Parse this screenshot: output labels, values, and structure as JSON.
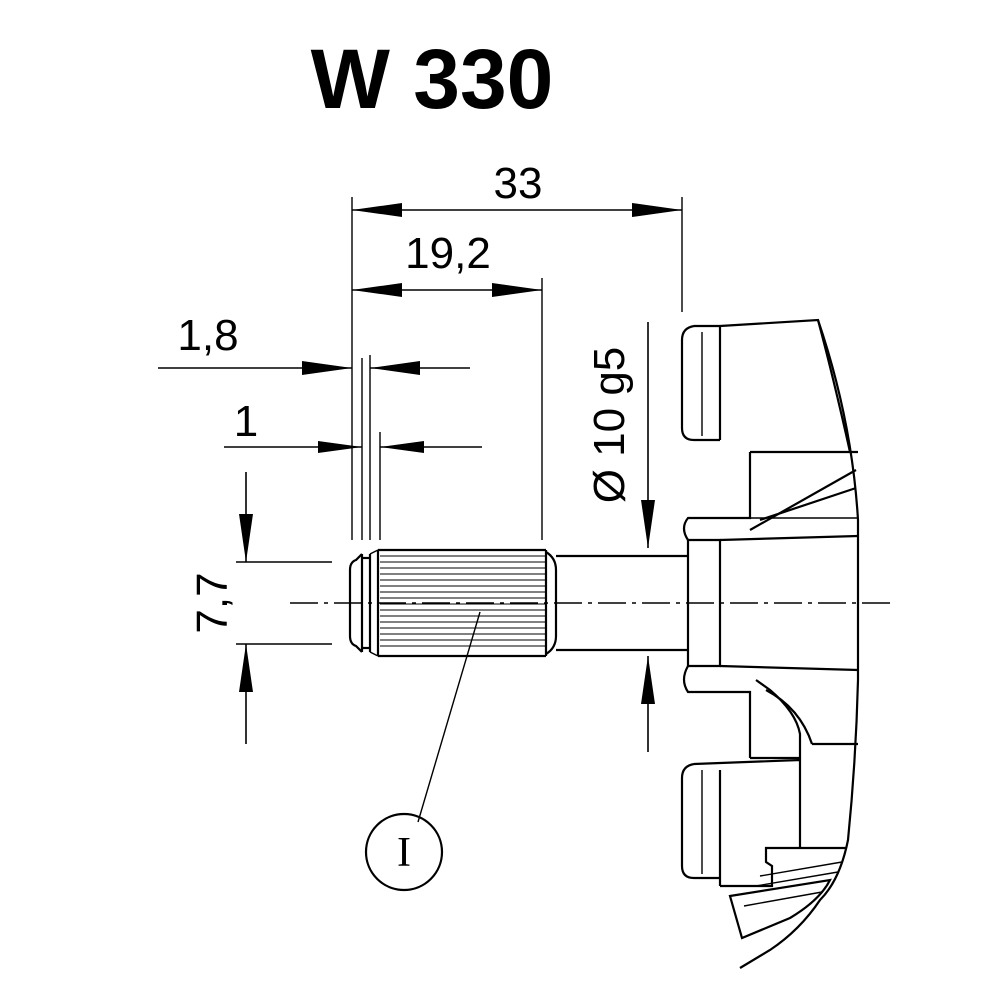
{
  "title": "W 330",
  "dimensions": {
    "overall_length": "33",
    "spline_length": "19,2",
    "chamfer_offset": "1,8",
    "groove_offset": "1",
    "spline_diameter": "7,7",
    "shaft_diameter": "Ø 10 g5"
  },
  "callout": {
    "label": "I"
  }
}
